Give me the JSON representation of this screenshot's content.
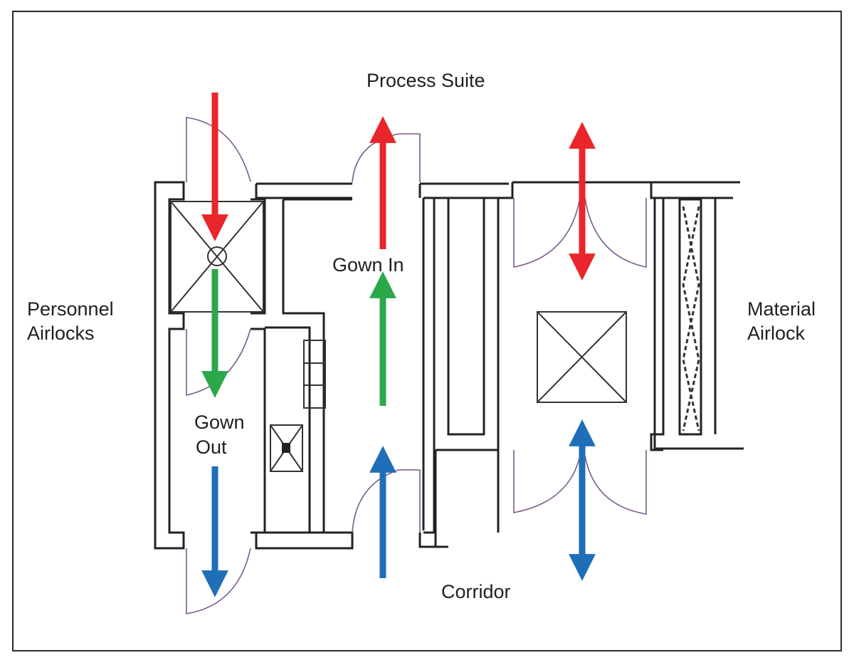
{
  "diagram": {
    "labels": {
      "process_suite": "Process Suite",
      "gown_in": "Gown In",
      "gown_out_1": "Gown",
      "gown_out_2": "Out",
      "personnel_1": "Personnel",
      "personnel_2": "Airlocks",
      "material_1": "Material",
      "material_2": "Airlock",
      "corridor": "Corridor"
    },
    "colors": {
      "red": "#e8262b",
      "green": "#2aa84a",
      "blue": "#1f6fb8",
      "wall": "#222222",
      "door": "#7a5a8a"
    },
    "icons": [
      "arrow-down-icon",
      "arrow-up-icon",
      "arrow-double-icon",
      "fan-filter-icon",
      "pass-through-icon"
    ]
  }
}
